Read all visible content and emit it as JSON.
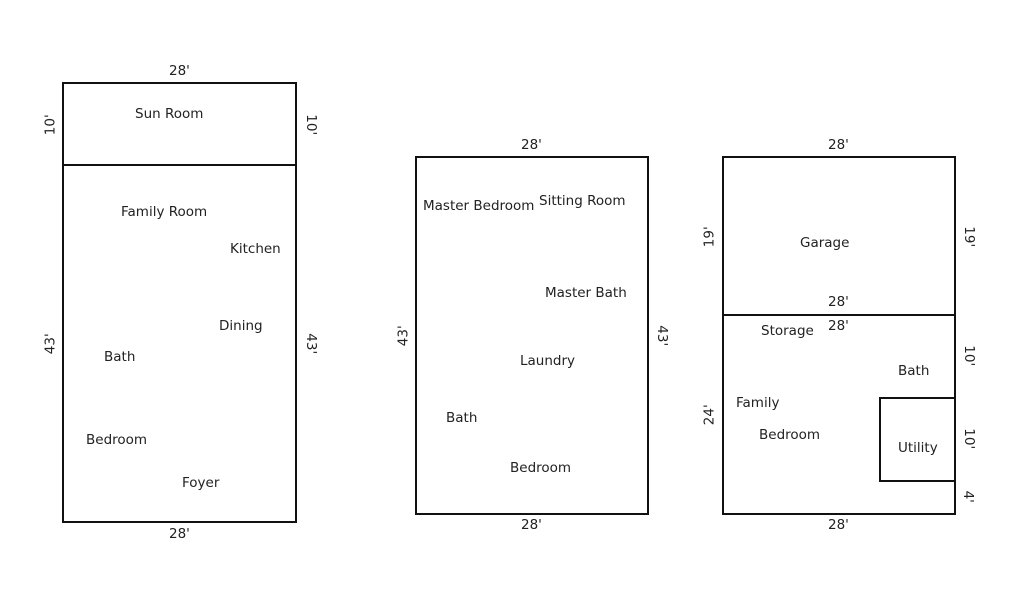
{
  "plan1": {
    "top_dim": "28'",
    "bottom_dim": "28'",
    "sun_left_dim": "10'",
    "sun_right_dim": "10'",
    "main_left_dim": "43'",
    "main_right_dim": "43'",
    "rooms": {
      "sun_room": "Sun Room",
      "family_room": "Family Room",
      "kitchen": "Kitchen",
      "dining": "Dining",
      "bath": "Bath",
      "bedroom": "Bedroom",
      "foyer": "Foyer"
    }
  },
  "plan2": {
    "top_dim": "28'",
    "bottom_dim": "28'",
    "left_dim": "43'",
    "right_dim": "43'",
    "rooms": {
      "master_bedroom": "Master Bedroom",
      "sitting_room": "Sitting Room",
      "master_bath": "Master Bath",
      "laundry": "Laundry",
      "bath": "Bath",
      "bedroom": "Bedroom"
    }
  },
  "plan3": {
    "top_dim": "28'",
    "divider_dim": "28'",
    "divider_dim_below": "28'",
    "bottom_dim": "28'",
    "garage_left_dim": "19'",
    "garage_right_dim": "19'",
    "lower_left_dim": "24'",
    "right_dim_a": "10'",
    "right_dim_b": "10'",
    "right_dim_c": "4'",
    "rooms": {
      "garage": "Garage",
      "storage": "Storage",
      "bath": "Bath",
      "family": "Family",
      "bedroom": "Bedroom",
      "utility": "Utility"
    }
  }
}
